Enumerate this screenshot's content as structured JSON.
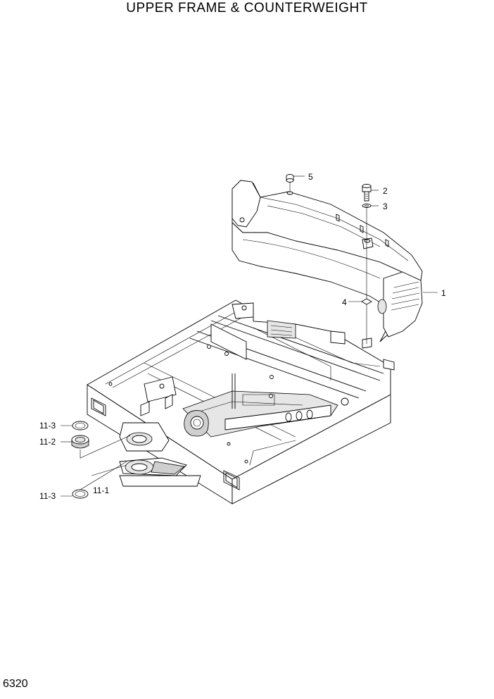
{
  "title": "UPPER FRAME & COUNTERWEIGHT",
  "page_number": "6320",
  "callouts": {
    "c1": "1",
    "c2": "2",
    "c3": "3",
    "c4": "4",
    "c5": "5",
    "c11_1": "11-1",
    "c11_2": "11-2",
    "c11_3_top": "11-3",
    "c11_3_bottom": "11-3"
  }
}
